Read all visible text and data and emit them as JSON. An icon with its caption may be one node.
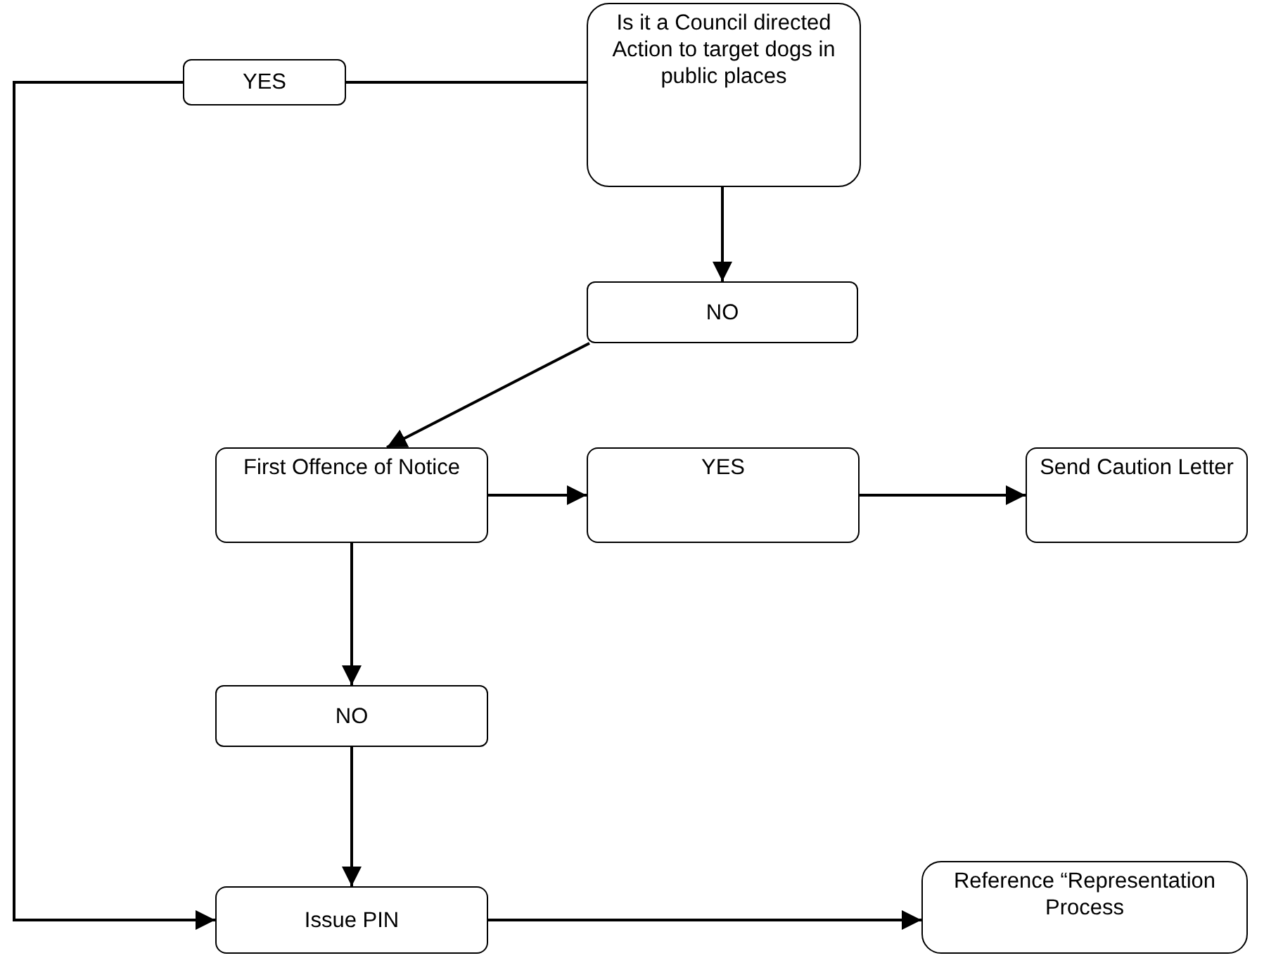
{
  "diagram": {
    "nodes": [
      {
        "text": [
          "Is it a Council directed Action to target dogs in public places"
        ]
      },
      {
        "text": [
          "YES"
        ]
      },
      {
        "text": [
          "NO"
        ]
      },
      {
        "text": [
          "First Offence of Notice"
        ]
      },
      {
        "text": [
          "YES"
        ]
      },
      {
        "text": [
          "Send Caution Letter"
        ]
      },
      {
        "text": [
          "NO"
        ]
      },
      {
        "text": [
          "Issue PIN"
        ]
      },
      {
        "text": [
          "Reference “Representation Process"
        ]
      }
    ],
    "edges": [
      {
        "from": 0,
        "to": 1,
        "arrow": "none"
      },
      {
        "from": 1,
        "to": 7,
        "arrow": "to"
      },
      {
        "from": 0,
        "to": 2,
        "arrow": "to"
      },
      {
        "from": 2,
        "to": 3,
        "arrow": "to"
      },
      {
        "from": 3,
        "to": 4,
        "arrow": "to"
      },
      {
        "from": 4,
        "to": 5,
        "arrow": "to"
      },
      {
        "from": 3,
        "to": 6,
        "arrow": "to"
      },
      {
        "from": 6,
        "to": 7,
        "arrow": "to"
      },
      {
        "from": 7,
        "to": 8,
        "arrow": "to"
      }
    ]
  }
}
